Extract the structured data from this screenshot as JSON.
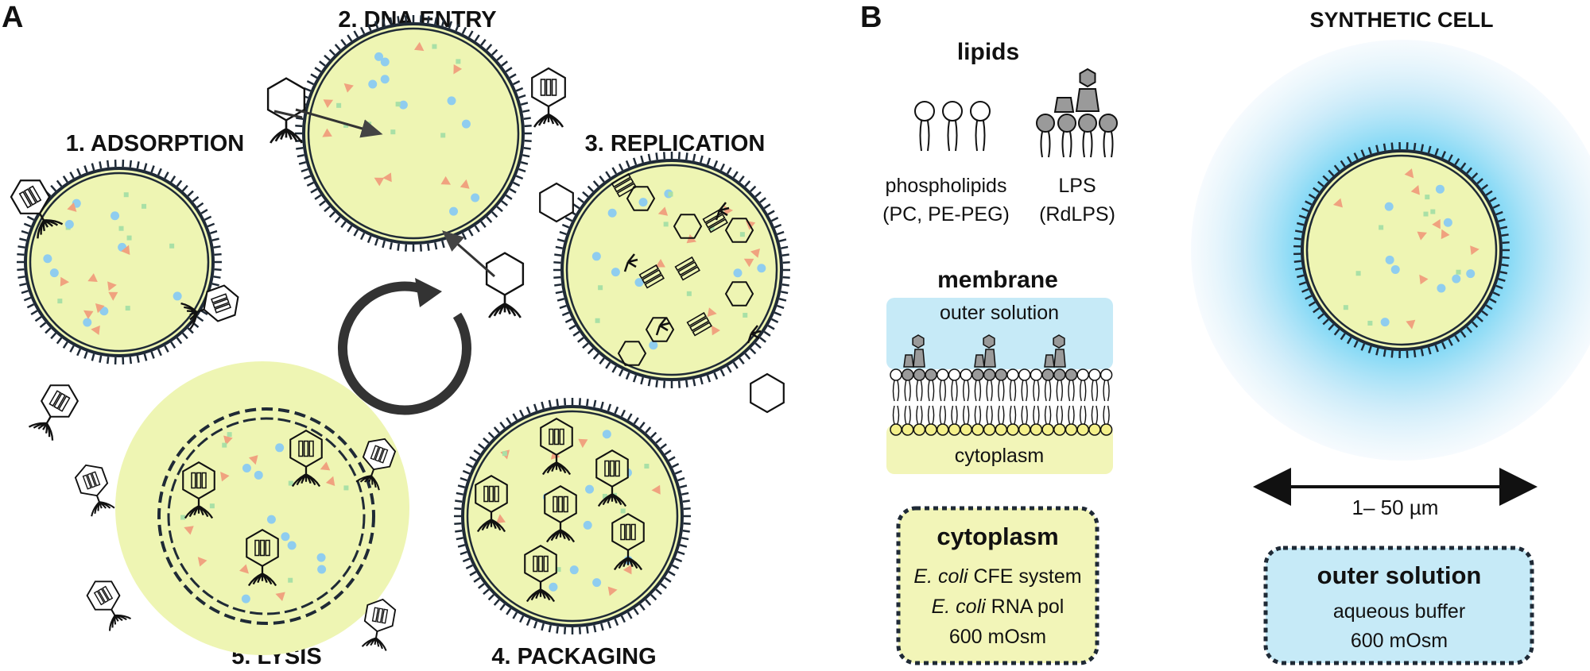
{
  "panel_a": {
    "letter": "A",
    "stages": {
      "dna_entry": "2. DNA ENTRY",
      "adsorption": "1. ADSORPTION",
      "replication": "3. REPLICATION",
      "packaging": "4. PACKAGING",
      "lysis": "5. LYSIS"
    }
  },
  "panel_b": {
    "letter": "B",
    "lipids_title": "lipids",
    "phospholipids_label": "phospholipids",
    "phospholipids_types": "(PC, PE-PEG)",
    "lps_label": "LPS",
    "lps_type": "(RdLPS)",
    "membrane_title": "membrane",
    "outer_solution_label": "outer solution",
    "cytoplasm_label": "cytoplasm",
    "synthetic_cell_title": "SYNTHETIC CELL",
    "size_label": "1– 50 µm",
    "cytoplasm_box": {
      "title": "cytoplasm",
      "line1_italic": "E. coli",
      "line1_rest": " CFE system",
      "line2_italic": "E. coli",
      "line2_rest": " RNA pol",
      "line3": "600 mOsm"
    },
    "outer_box": {
      "title": "outer solution",
      "line1": "aqueous buffer",
      "line2": "600 mOsm"
    }
  },
  "colors": {
    "cytoplasm_fill": "#eef5b3",
    "outer_solution_fill": "#c6eaf7",
    "membrane_stroke": "#1f2a36",
    "cargo_triangle": "#f0a27f",
    "cargo_circle": "#8fcdef",
    "cargo_square": "#a9e0a6",
    "lps_gray": "#9a9a9a"
  }
}
